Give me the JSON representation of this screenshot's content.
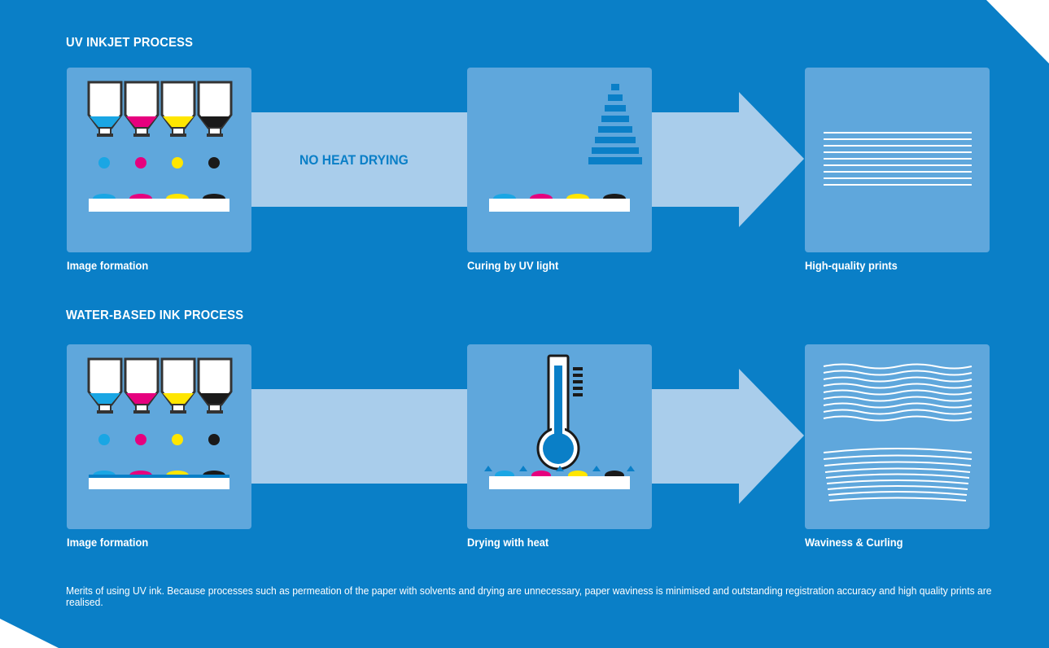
{
  "colors": {
    "background": "#0a7fc7",
    "panel": "#5fa7dc",
    "arrow": "#a9cdeb",
    "cyan": "#1aa6e4",
    "magenta": "#e6007e",
    "yellow": "#ffe600",
    "black": "#1a1a1a",
    "accent_text": "#0a7fc7"
  },
  "sections": [
    {
      "title": "UV INKJET PROCESS",
      "arrow_label": "NO HEAT DRYING",
      "steps": [
        {
          "label": "Image formation",
          "icon": "ink-cartridges-icon"
        },
        {
          "label": "Curing by UV light",
          "icon": "uv-light-icon"
        },
        {
          "label": "High-quality prints",
          "icon": "flat-paper-icon"
        }
      ]
    },
    {
      "title": "WATER-BASED INK PROCESS",
      "arrow_label": "",
      "steps": [
        {
          "label": "Image formation",
          "icon": "ink-cartridges-icon"
        },
        {
          "label": "Drying with heat",
          "icon": "thermometer-icon"
        },
        {
          "label": "Waviness & Curling",
          "icon": "wavy-paper-icon"
        }
      ]
    }
  ],
  "footnote": "Merits of using UV ink. Because processes such as permeation of the paper with solvents and drying are unnecessary, paper waviness is minimised and outstanding registration accuracy and high quality prints are realised."
}
